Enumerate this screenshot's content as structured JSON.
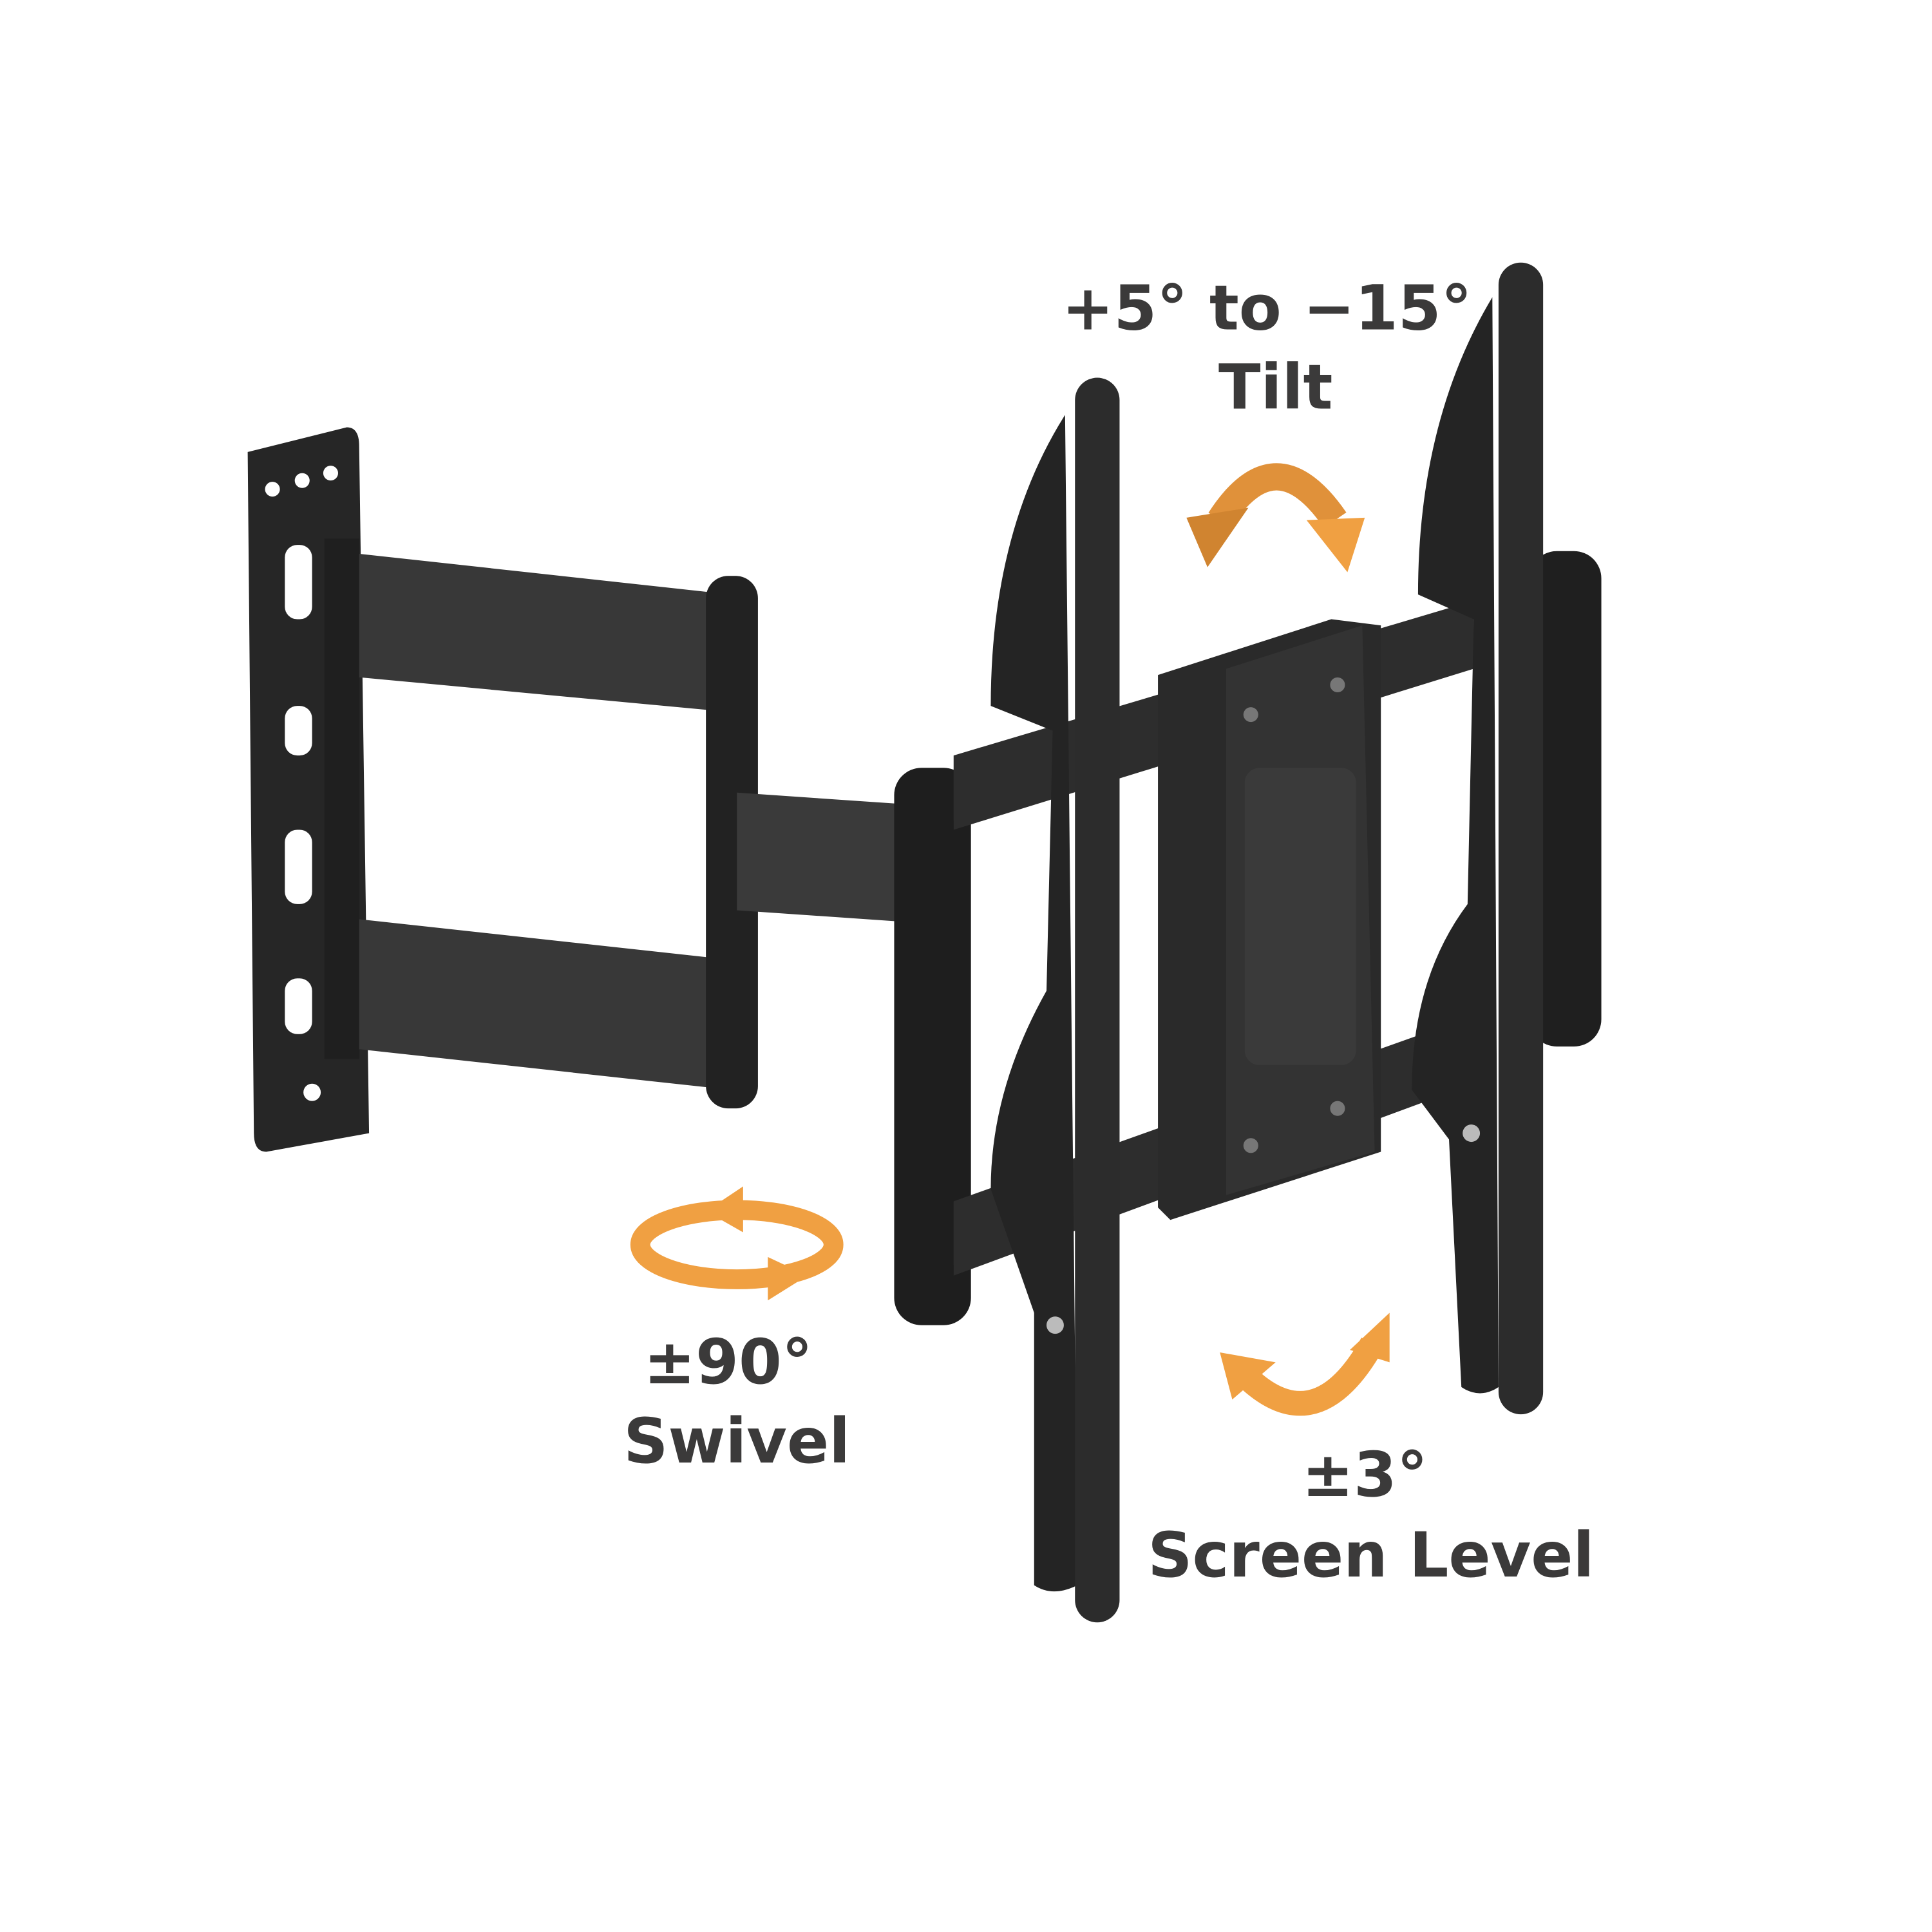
{
  "labels": {
    "tilt": {
      "range": "+5° to −15°",
      "name": "Tilt"
    },
    "swivel": {
      "range": "±90°",
      "name": "Swivel"
    },
    "level": {
      "range": "±3°",
      "name": "Screen Level"
    }
  },
  "colors": {
    "arrow": "#f0a042",
    "arrow_dark": "#d08430",
    "metal": "#2b2b2b",
    "metal_light": "#3d3d3d",
    "text": "#3b3a3a"
  }
}
